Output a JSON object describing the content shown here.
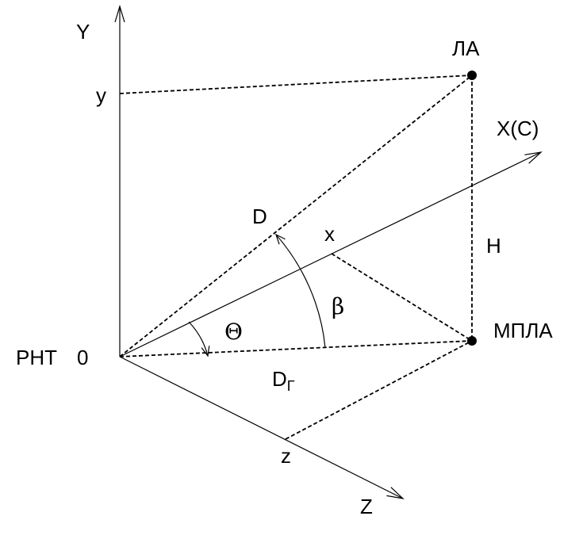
{
  "labels": {
    "y_axis": "Y",
    "y_value": "y",
    "x_axis": "X(C)",
    "x_value": "x",
    "z_axis": "Z",
    "z_value": "z",
    "origin_station": "РНТ",
    "origin_zero": "0",
    "aircraft": "ЛА",
    "aircraft_projection": "МПЛА",
    "height": "H",
    "range": "D",
    "horizontal_range_main": "D",
    "horizontal_range_sub": "Г",
    "azimuth_angle": "Θ",
    "elevation_angle": "β"
  }
}
